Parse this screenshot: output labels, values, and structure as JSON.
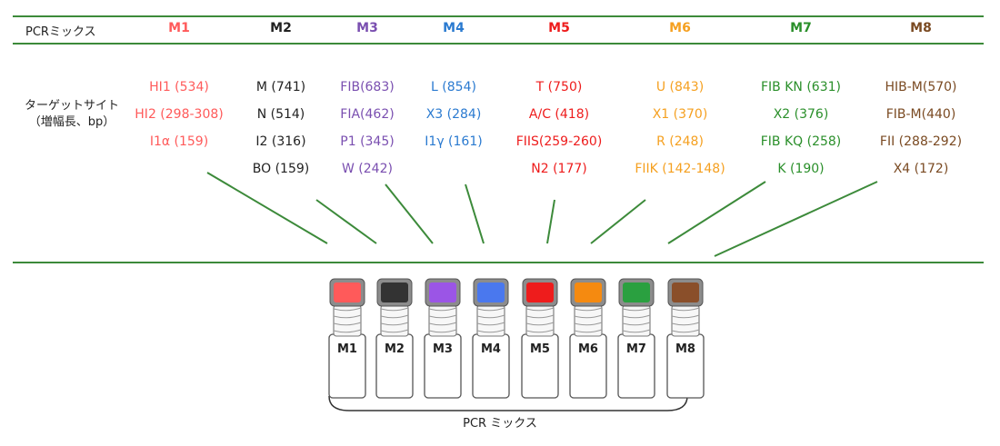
{
  "header": {
    "label": "PCRミックス"
  },
  "row_label": {
    "line1": "ターゲットサイト",
    "line2": "（増幅長、bp）"
  },
  "mixes": [
    {
      "name": "M1",
      "color": "#ff5a5a",
      "sites": [
        "HI1 (534)",
        "HI2 (298-308)",
        "I1α (159)"
      ]
    },
    {
      "name": "M2",
      "color": "#222222",
      "sites": [
        "M (741)",
        "N (514)",
        "I2 (316)",
        "BO (159)"
      ]
    },
    {
      "name": "M3",
      "color": "#7a4fb0",
      "sites": [
        "FIB(683)",
        "FIA(462)",
        "P1 (345)",
        "W (242)"
      ]
    },
    {
      "name": "M4",
      "color": "#2a7ad0",
      "sites": [
        "L (854)",
        "X3 (284)",
        "I1γ (161)"
      ]
    },
    {
      "name": "M5",
      "color": "#ee1c1c",
      "sites": [
        "T (750)",
        "A/C (418)",
        "FIIS(259-260)",
        "N2 (177)"
      ]
    },
    {
      "name": "M6",
      "color": "#f5a020",
      "sites": [
        "U (843)",
        "X1 (370)",
        "R (248)",
        "FIIK (142-148)"
      ]
    },
    {
      "name": "M7",
      "color": "#2a8f2a",
      "sites": [
        "FIB KN (631)",
        "X2 (376)",
        "FIB KQ (258)",
        "K (190)"
      ]
    },
    {
      "name": "M8",
      "color": "#7a4a22",
      "sites": [
        "HIB-M(570)",
        "FIB-M(440)",
        "FII (288-292)",
        "X4 (172)"
      ]
    }
  ],
  "vials": [
    {
      "label": "M1",
      "cap_color": "#ff5a5a"
    },
    {
      "label": "M2",
      "cap_color": "#333333"
    },
    {
      "label": "M3",
      "cap_color": "#9b55e6"
    },
    {
      "label": "M4",
      "cap_color": "#4a78ee"
    },
    {
      "label": "M5",
      "cap_color": "#ee1c1c"
    },
    {
      "label": "M6",
      "cap_color": "#f58a10"
    },
    {
      "label": "M7",
      "cap_color": "#2aa040"
    },
    {
      "label": "M8",
      "cap_color": "#8a4f2a"
    }
  ],
  "footer": {
    "label": "PCR ミックス"
  },
  "colors": {
    "rule": "#3c8a3a"
  }
}
